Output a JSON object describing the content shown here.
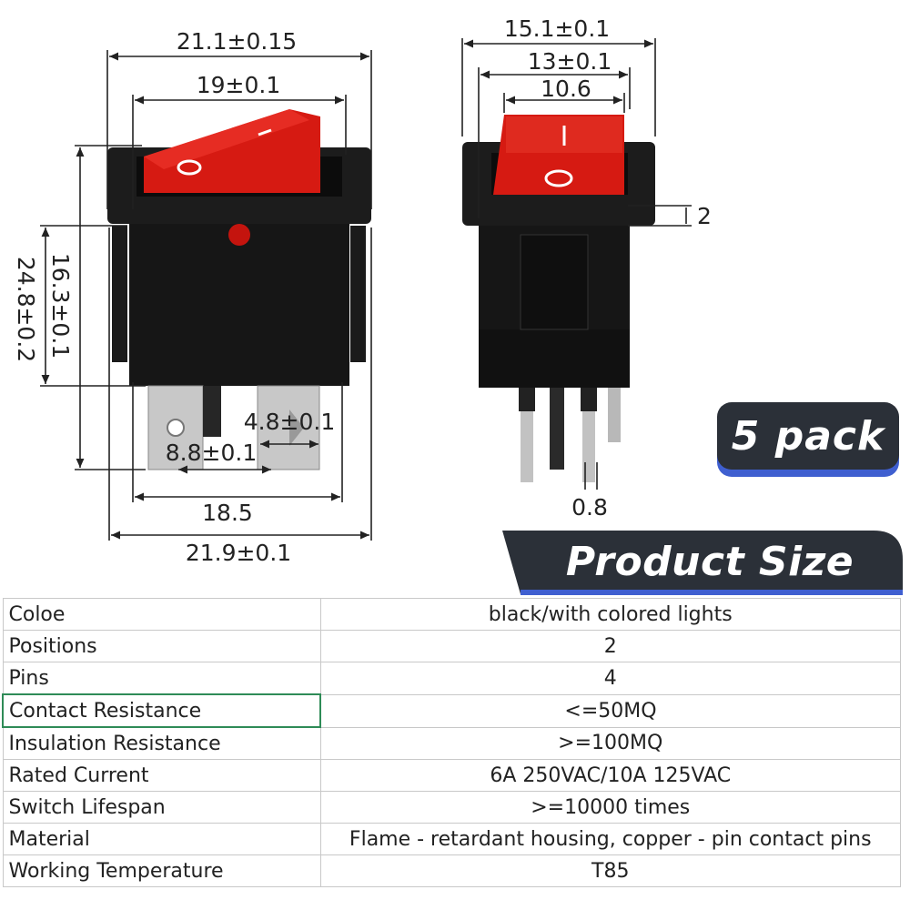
{
  "dimensions": {
    "top_overall_width": "21.1±0.15",
    "top_rocker_width": "19±0.1",
    "height_overall": "24.8±0.2",
    "height_body": "16.3±0.1",
    "terminal_width": "4.8±0.1",
    "terminal_pitch": "8.8±0.1",
    "body_width": "18.5",
    "bottom_overall_width": "21.9±0.1",
    "side_overall": "15.1±0.1",
    "side_body": "13±0.1",
    "side_rocker": "10.6",
    "flange_thickness": "2",
    "pin_thickness": "0.8"
  },
  "rocker_symbols": {
    "on": "I",
    "off": "O"
  },
  "colors": {
    "rocker": "#d61a12",
    "housing": "#151515",
    "badge": "#2b3038",
    "accent": "#3f5fd0"
  },
  "badge": {
    "text": "5 pack"
  },
  "banner": {
    "text": "Product Size"
  },
  "specs": [
    {
      "label": "Coloe",
      "value": "black/with colored lights"
    },
    {
      "label": "Positions",
      "value": "2"
    },
    {
      "label": "Pins",
      "value": "4"
    },
    {
      "label": "Contact Resistance",
      "value": "<=50MQ"
    },
    {
      "label": "Insulation Resistance",
      "value": ">=100MQ"
    },
    {
      "label": "Rated Current",
      "value": "6A 250VAC/10A 125VAC"
    },
    {
      "label": "Switch Lifespan",
      "value": ">=10000 times"
    },
    {
      "label": "Material",
      "value": "Flame - retardant housing, copper - pin contact pins"
    },
    {
      "label": "Working Temperature",
      "value": "T85"
    }
  ]
}
